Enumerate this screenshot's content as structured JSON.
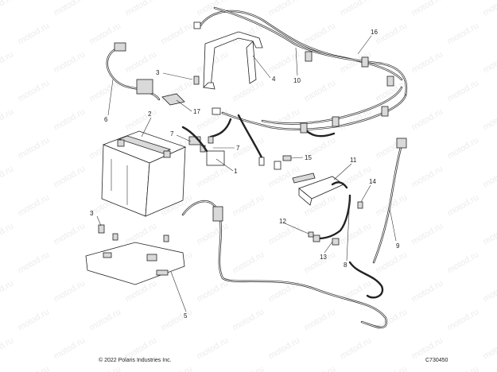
{
  "watermark": "motod.ru",
  "footer": {
    "copyright": "© 2022 Polaris Industries Inc.",
    "drawing_id": "C730450"
  },
  "callouts": [
    {
      "id": "c1",
      "label": "1"
    },
    {
      "id": "c2",
      "label": "2"
    },
    {
      "id": "c3a",
      "label": "3"
    },
    {
      "id": "c3b",
      "label": "3"
    },
    {
      "id": "c4",
      "label": "4"
    },
    {
      "id": "c5",
      "label": "5"
    },
    {
      "id": "c6",
      "label": "6"
    },
    {
      "id": "c7a",
      "label": "7"
    },
    {
      "id": "c7b",
      "label": "7"
    },
    {
      "id": "c8",
      "label": "8"
    },
    {
      "id": "c9",
      "label": "9"
    },
    {
      "id": "c10",
      "label": "10"
    },
    {
      "id": "c11",
      "label": "11"
    },
    {
      "id": "c12",
      "label": "12"
    },
    {
      "id": "c13",
      "label": "13"
    },
    {
      "id": "c14",
      "label": "14"
    },
    {
      "id": "c15",
      "label": "15"
    },
    {
      "id": "c16",
      "label": "16"
    },
    {
      "id": "c17",
      "label": "17"
    }
  ]
}
